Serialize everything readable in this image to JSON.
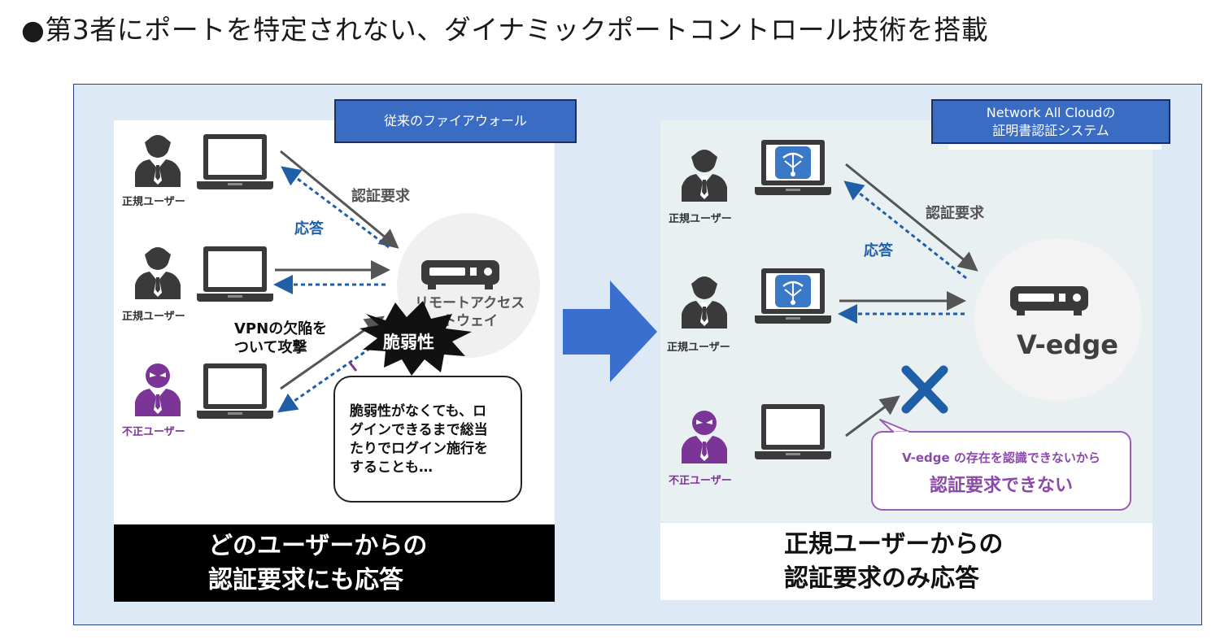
{
  "heading": "●第3者にポートを特定されない、ダイナミックポートコントロール技術を搭載",
  "left": {
    "tag": "従来のファイアウォール",
    "users": [
      "正規ユーザー",
      "正規ユーザー",
      "不正ユーザー"
    ],
    "auth_request": "認証要求",
    "response": "応答",
    "server_lines": [
      "リモートアクセス",
      "ゲートウェイ"
    ],
    "vpn_lines": [
      "VPNの欠陥を",
      "ついて攻撃"
    ],
    "vulnerability": "脆弱性",
    "bubble_lines": [
      "脆弱性がなくても、ロ",
      "グインできるまで総当",
      "たりでログイン施行を",
      "することも…"
    ],
    "banner_lines": [
      "どのユーザーからの",
      "認証要求にも応答"
    ]
  },
  "right": {
    "tag_lines": [
      "Network All Cloudの",
      "証明書認証システム"
    ],
    "users": [
      "正規ユーザー",
      "正規ユーザー",
      "不正ユーザー"
    ],
    "auth_request": "認証要求",
    "response": "応答",
    "server": "V-edge",
    "bubble_small": "V-edge の存在を認識できないから",
    "bubble_large": "認証要求できない",
    "banner_lines": [
      "正規ユーザーからの",
      "認証要求のみ応答"
    ]
  },
  "colors": {
    "frame_bg": "#dde9f5",
    "tag_blue": "#3b6cc4",
    "arrow_blue": "#3a66c8",
    "response_blue": "#1f5fa8",
    "rogue_purple": "#7b3596",
    "x_blue": "#1f5fa8"
  }
}
